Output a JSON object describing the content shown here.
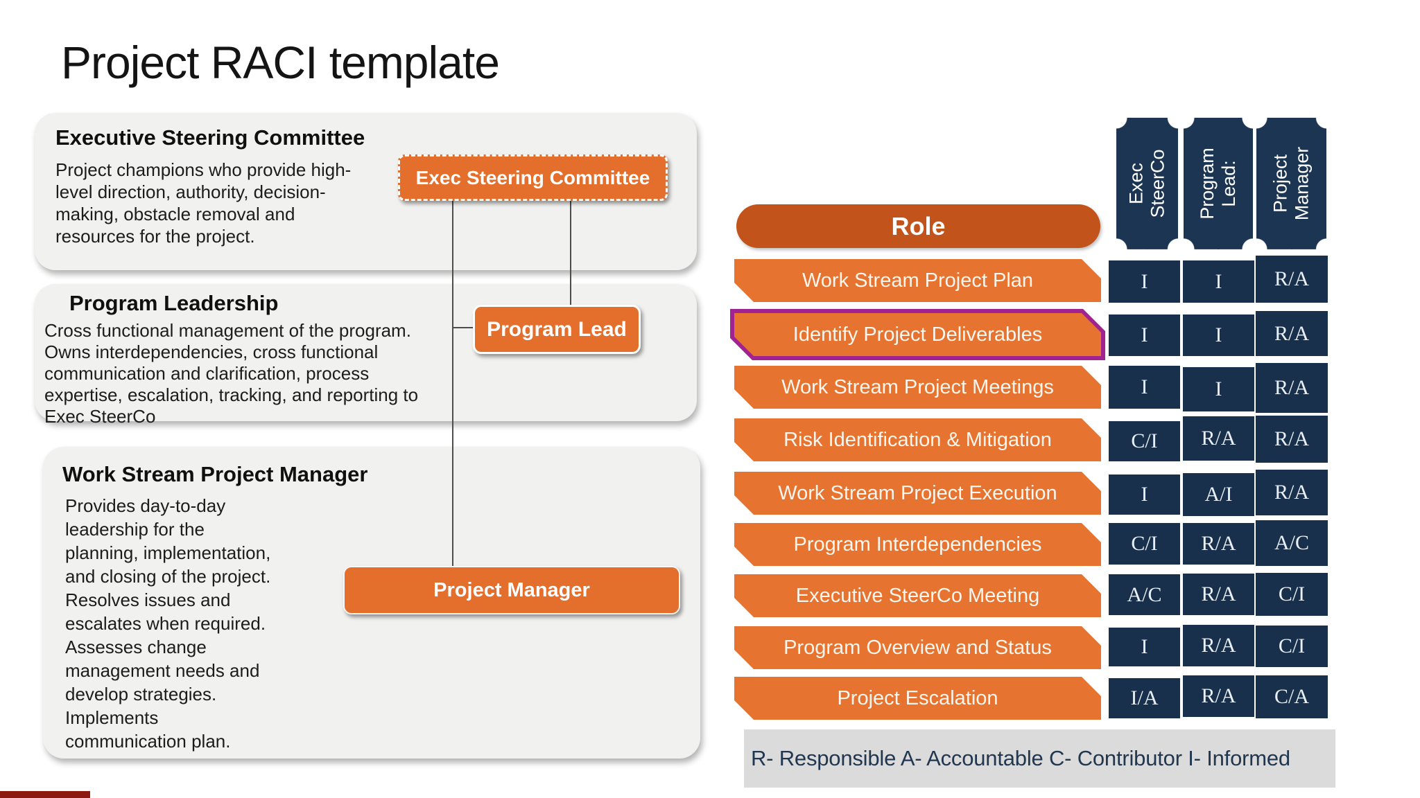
{
  "title": "Project RACI template",
  "info_boxes": [
    {
      "title": "Executive Steering Committee",
      "body": "Project champions who provide high-\nlevel direction, authority, decision-\nmaking, obstacle removal and\nresources for the project."
    },
    {
      "title": "Program Leadership",
      "body": "Cross functional management of the program.\nOwns interdependencies, cross functional\ncommunication and clarification, process\nexpertise, escalation, tracking, and reporting to\nExec SteerCo"
    },
    {
      "title": "Work Stream Project Manager",
      "body": "Provides day-to-day\nleadership for the\nplanning, implementation,\nand closing of the project.\nResolves issues and\nescalates when required.\nAssesses change\nmanagement needs and\ndevelop strategies.\nImplements\ncommunication plan."
    }
  ],
  "org_chart": {
    "exec_node": "Exec Steering Committee",
    "program_node": "Program Lead",
    "manager_node": "Project Manager"
  },
  "matrix": {
    "role_header": "Role",
    "columns": [
      "Exec\nSteerCo",
      "Program\nLead:",
      "Project\nManager"
    ],
    "rows": [
      {
        "label": "Work Stream Project Plan",
        "values": [
          "I",
          "I",
          "R/A"
        ],
        "highlighted": false
      },
      {
        "label": "Identify Project Deliverables",
        "values": [
          "I",
          "I",
          "R/A"
        ],
        "highlighted": true
      },
      {
        "label": "Work Stream Project Meetings",
        "values": [
          "I",
          "I",
          "R/A"
        ],
        "highlighted": false
      },
      {
        "label": "Risk Identification & Mitigation",
        "values": [
          "C/I",
          "R/A",
          "R/A"
        ],
        "highlighted": false
      },
      {
        "label": "Work Stream Project Execution",
        "values": [
          "I",
          "A/I",
          "R/A"
        ],
        "highlighted": false
      },
      {
        "label": "Program Interdependencies",
        "values": [
          "C/I",
          "R/A",
          "A/C"
        ],
        "highlighted": false
      },
      {
        "label": "Executive SteerCo Meeting",
        "values": [
          "A/C",
          "R/A",
          "C/I"
        ],
        "highlighted": false
      },
      {
        "label": "Program Overview and Status",
        "values": [
          "I",
          "R/A",
          "C/I"
        ],
        "highlighted": false
      },
      {
        "label": "Project Escalation",
        "values": [
          "I/A",
          "R/A",
          "C/A"
        ],
        "highlighted": false
      }
    ]
  },
  "legend": "R- Responsible A- Accountable C- Contributor I- Informed",
  "colors": {
    "node_orange": "#e46e2c",
    "row_orange": "#e6732f",
    "role_header_orange": "#c2531a",
    "navy": "#18304b",
    "highlight_purple": "#a1238f",
    "legend_bg": "#dbdbdb",
    "info_box_bg": "#f1f1f0",
    "red_bar": "#8c1a10"
  }
}
